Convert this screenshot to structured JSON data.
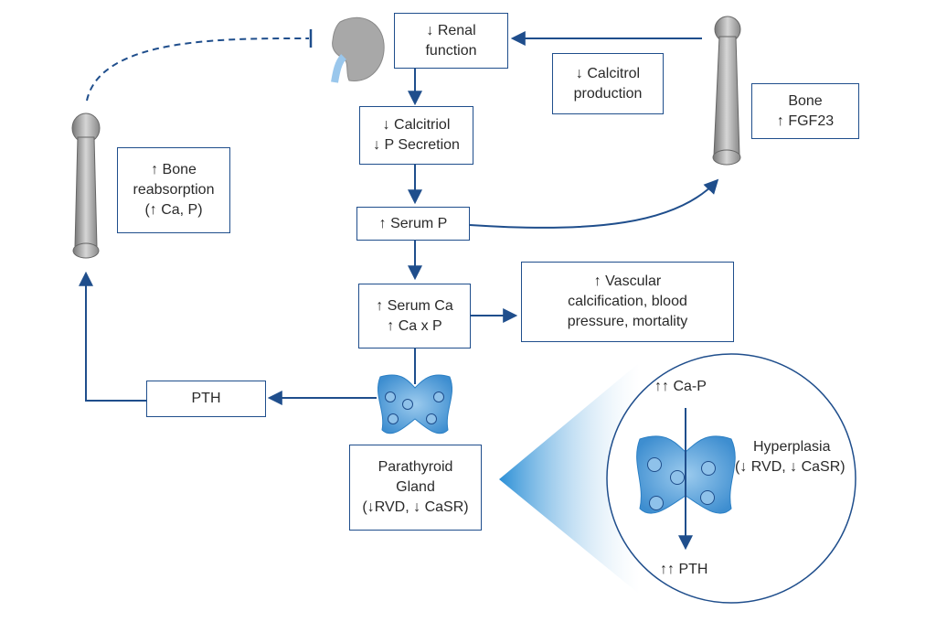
{
  "renal_function": {
    "line1": "↓ Renal",
    "line2": "function"
  },
  "calcitrol_production": {
    "line1": "↓ Calcitrol",
    "line2": "production"
  },
  "bone_fgf23": {
    "line1": "Bone",
    "line2": "↑ FGF23"
  },
  "calcitriol_p_secretion": {
    "line1": "↓ Calcitriol",
    "line2": "↓ P Secretion"
  },
  "bone_reabsorption": {
    "line1": "↑ Bone",
    "line2": "reabsorption",
    "line3": "(↑ Ca, P)"
  },
  "serum_p": {
    "line1": "↑ Serum P"
  },
  "serum_ca": {
    "line1": "↑ Serum Ca",
    "line2": "↑ Ca x P"
  },
  "vascular": {
    "line1": "↑ Vascular",
    "line2": "calcification, blood",
    "line3": "pressure, mortality"
  },
  "pth": {
    "line1": "PTH"
  },
  "parathyroid_gland": {
    "line1": "Parathyroid",
    "line2": "Gland",
    "line3": "(↓RVD, ↓ CaSR)"
  },
  "zoom": {
    "ca_p": "↑↑ Ca-P",
    "hyperplasia_line1": "Hyperplasia",
    "hyperplasia_line2": "(↓ RVD, ↓ CaSR)",
    "pth": "↑↑ PTH"
  },
  "colors": {
    "arrow": "#1f4e8c",
    "gland_fill": "#6fb0e0",
    "gland_dark": "#2b7fc4",
    "bone": "#9a9a9a"
  }
}
